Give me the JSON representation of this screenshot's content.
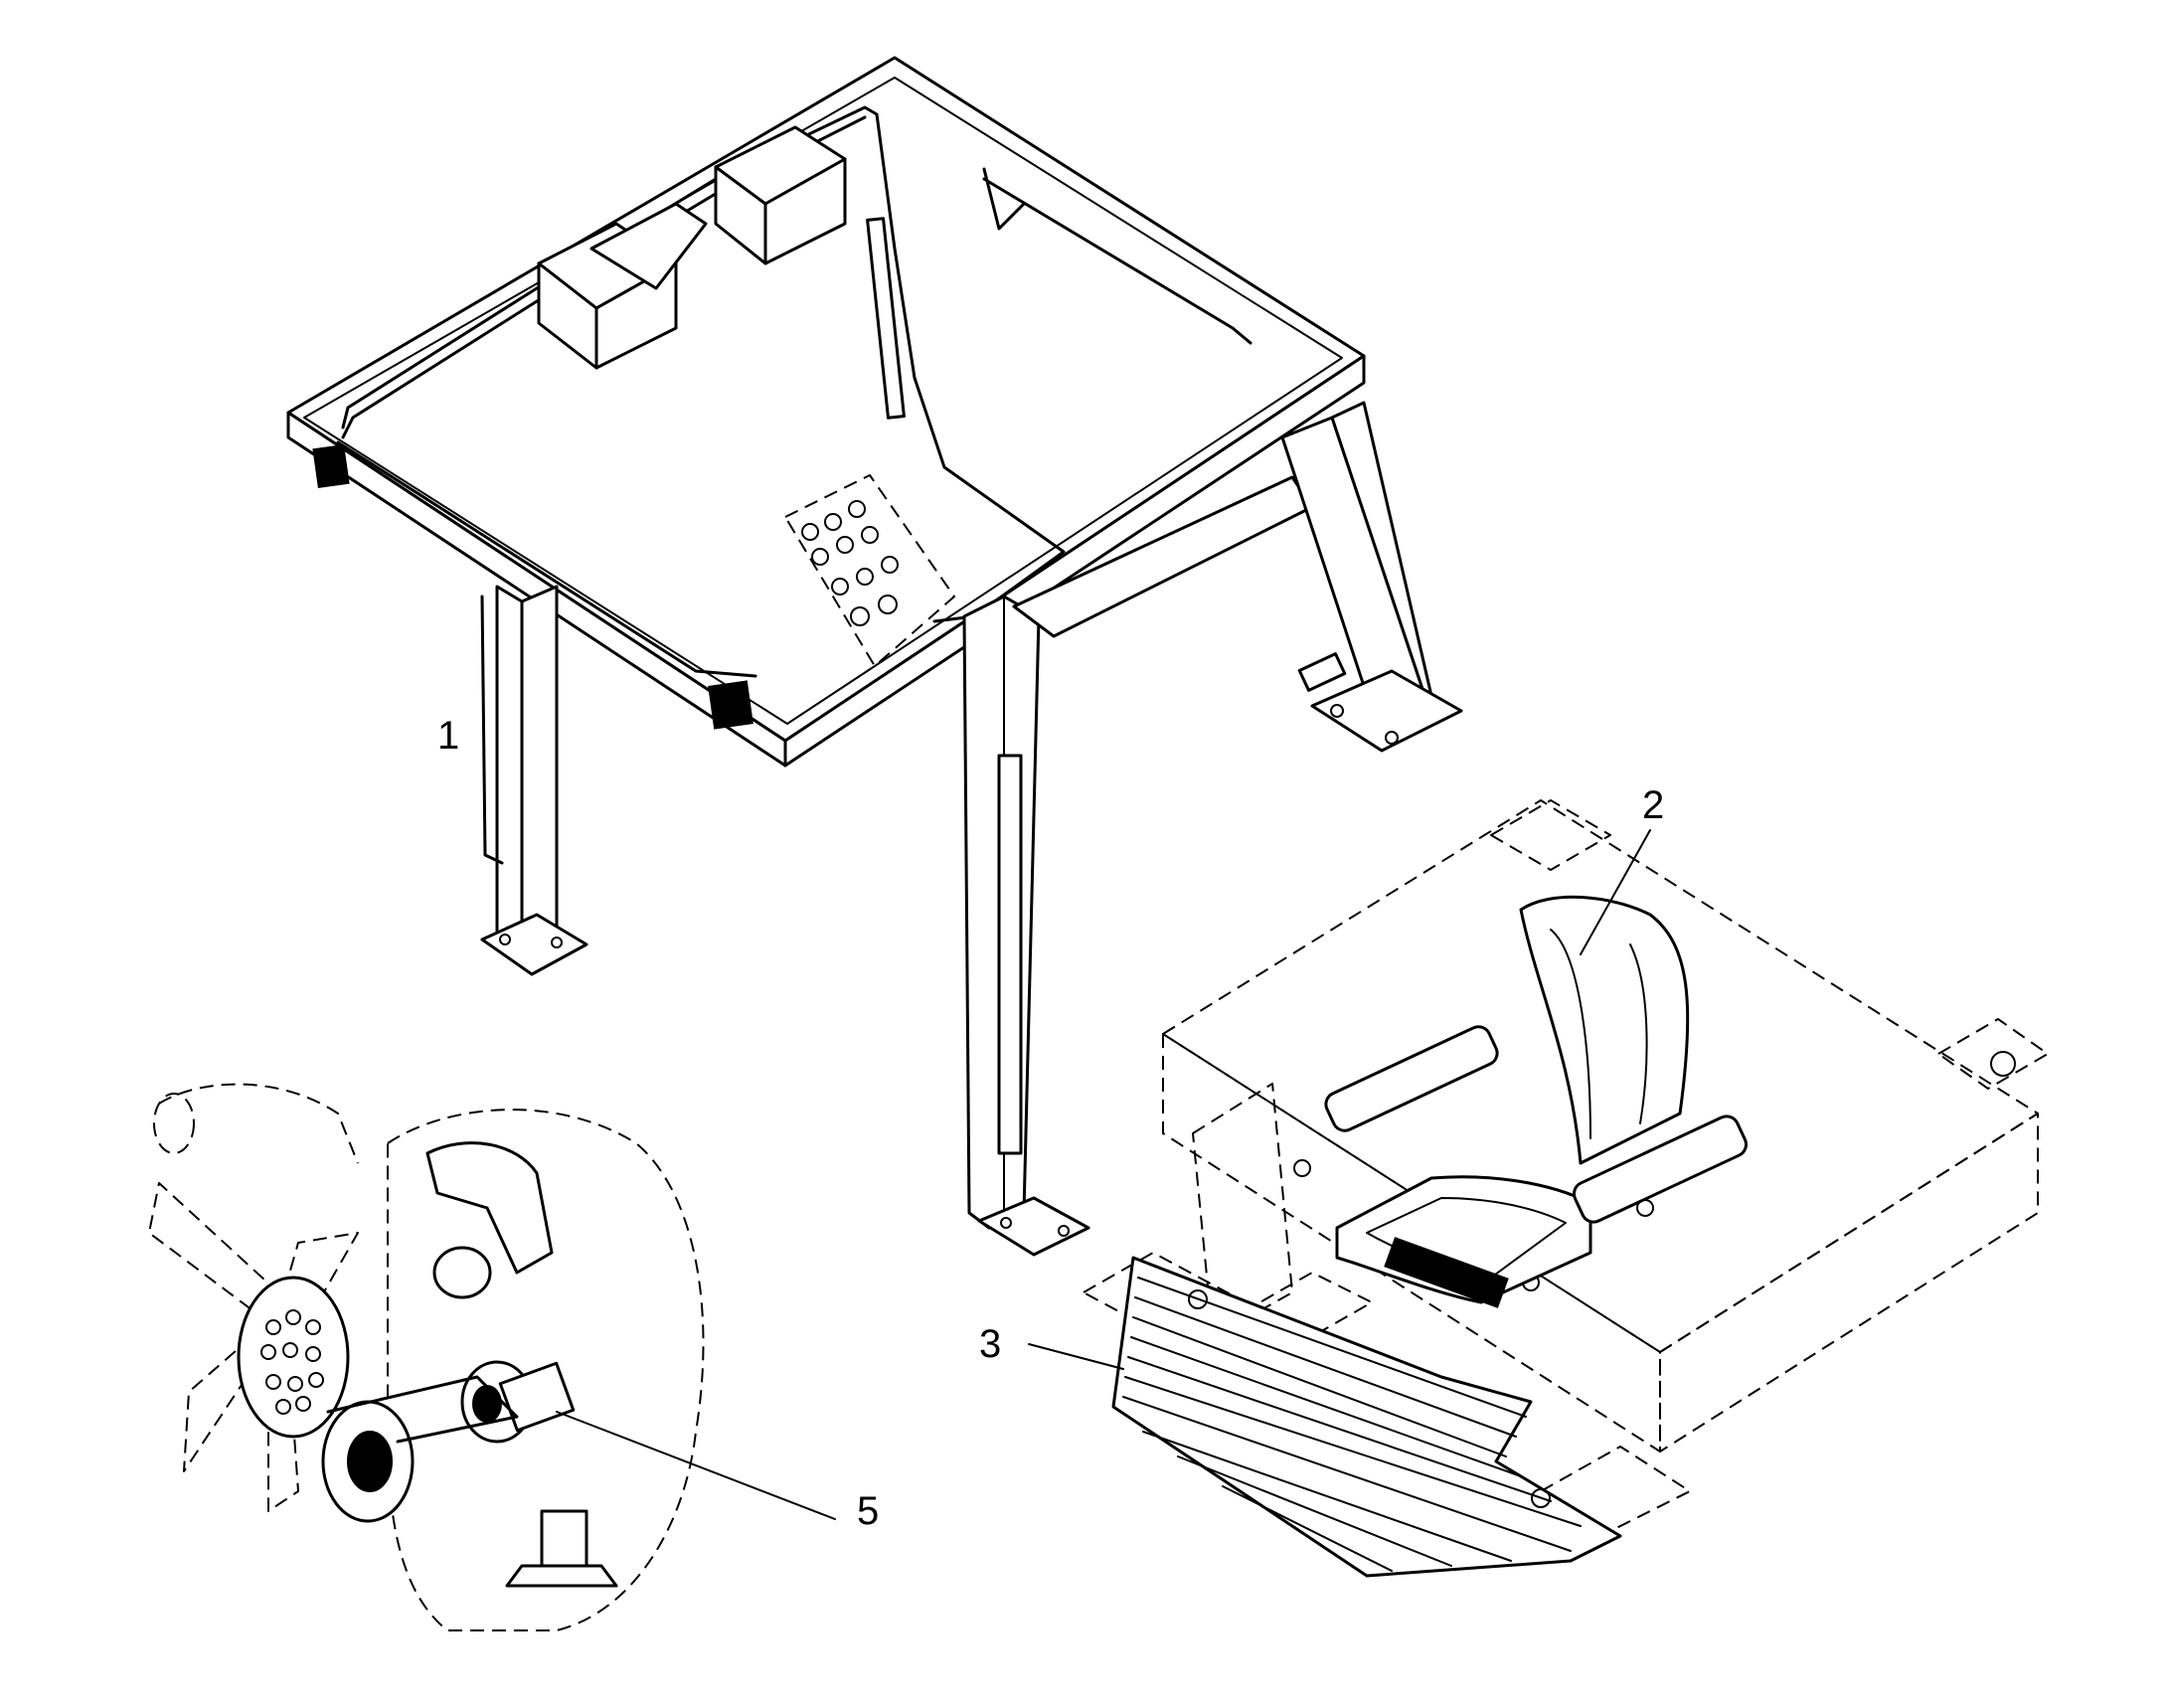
{
  "callouts": [
    {
      "id": "1",
      "text": "1"
    },
    {
      "id": "2",
      "text": "2"
    },
    {
      "id": "3",
      "text": "3"
    },
    {
      "id": "5",
      "text": "5"
    }
  ],
  "colors": {
    "line": "#000000",
    "background": "#ffffff"
  }
}
